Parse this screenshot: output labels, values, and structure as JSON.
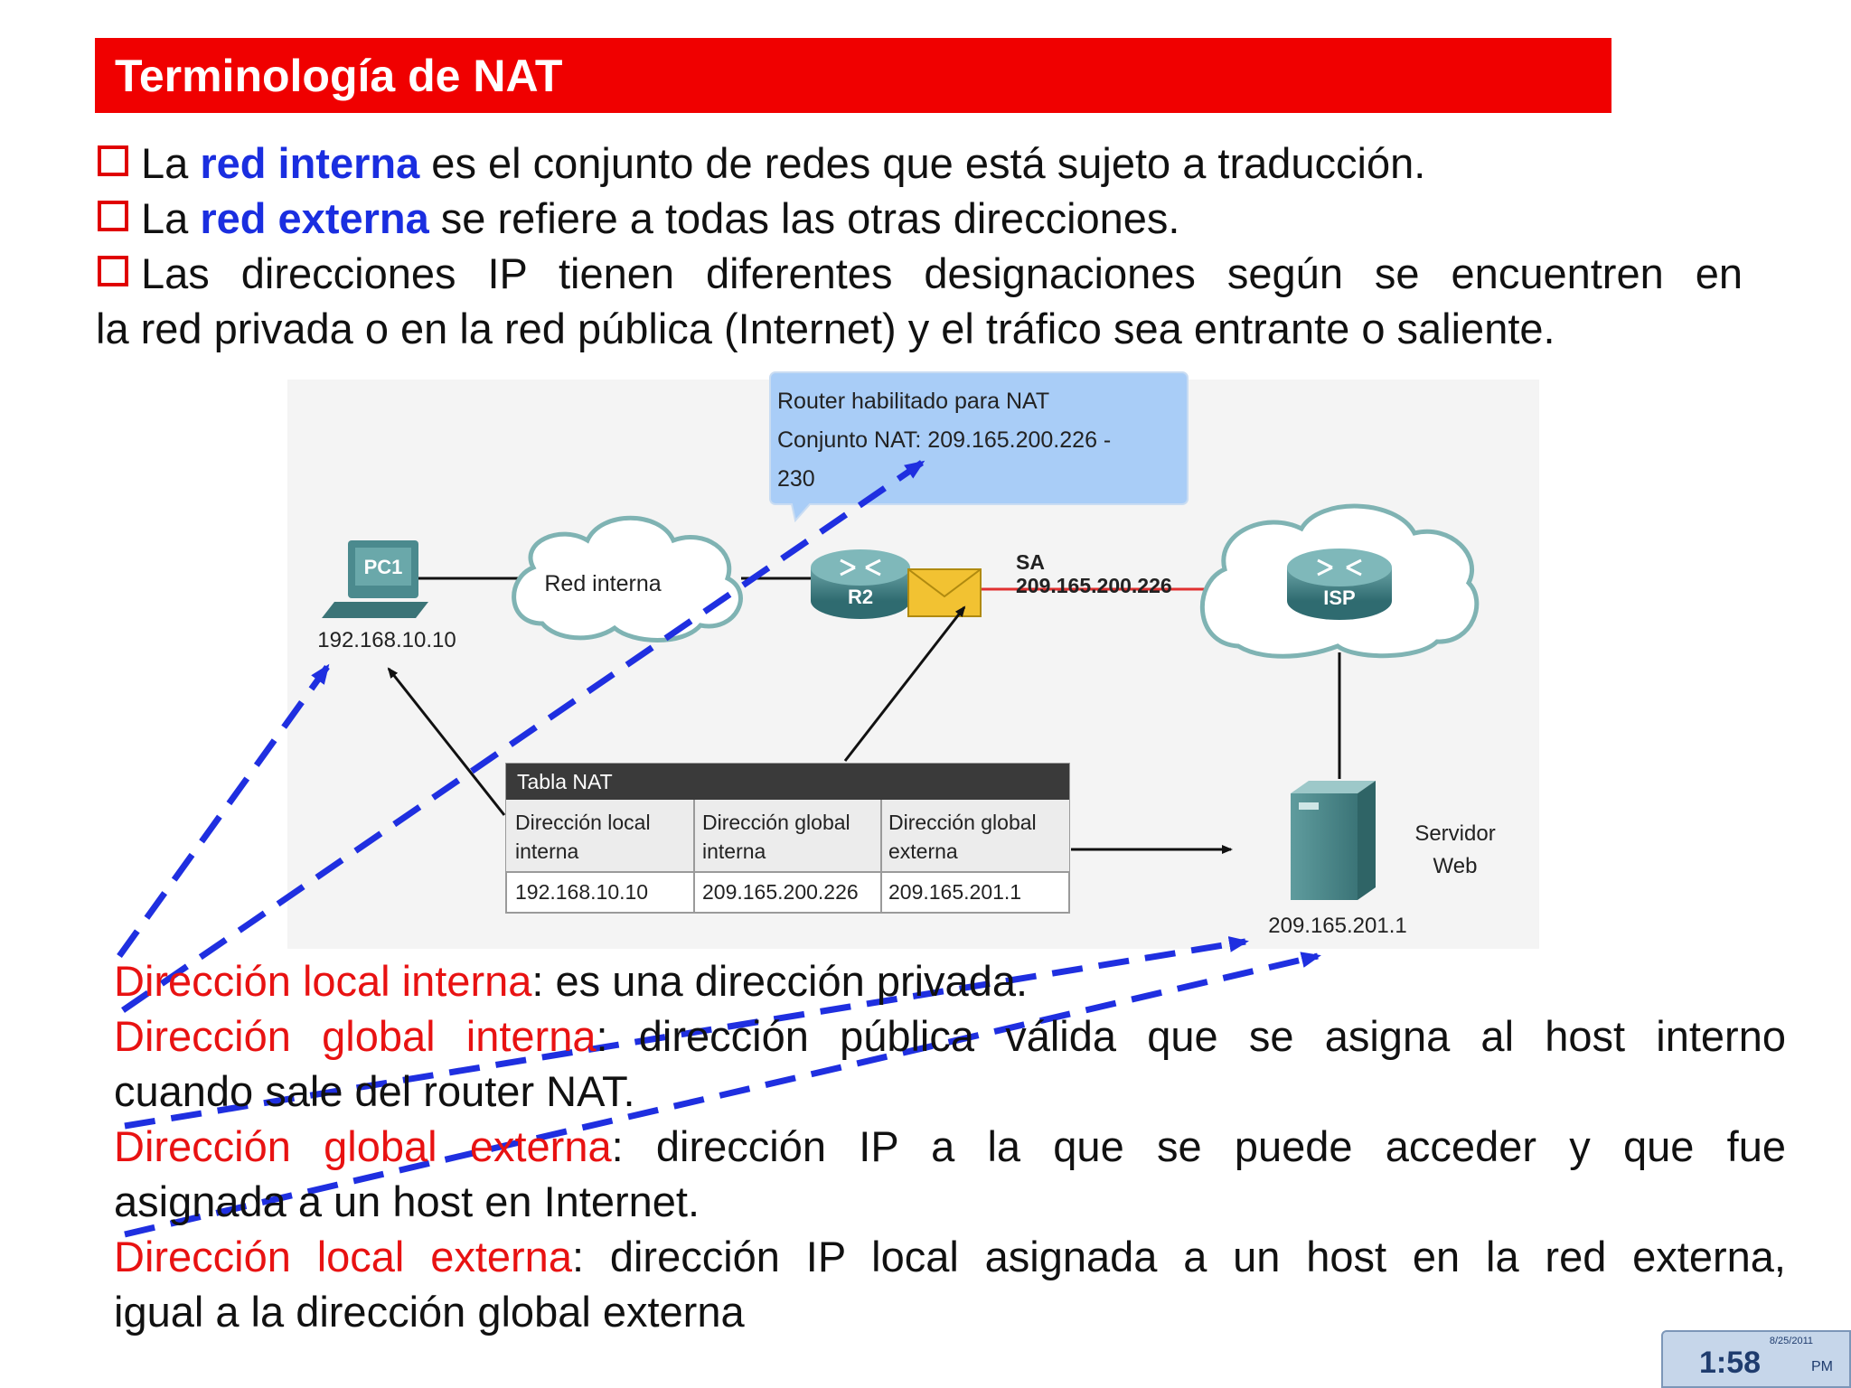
{
  "title": "Terminología de NAT",
  "bullets": [
    {
      "pre": "La ",
      "term": "red interna",
      "post": " es el conjunto de redes que está sujeto a traducción."
    },
    {
      "pre": "La ",
      "term": "red externa",
      "post": " se refiere a todas las otras direcciones."
    },
    {
      "line1": "Las direcciones IP tienen diferentes designaciones según se encuentren en",
      "line2": "la red privada o en la red pública (Internet) y el tráfico sea entrante o saliente."
    }
  ],
  "diagram": {
    "callout": [
      "Router habilitado para NAT",
      "Conjunto NAT: 209.165.200.226 -",
      "230"
    ],
    "pc_label": "PC1",
    "pc_ip": "192.168.10.10",
    "cloud_inner": "Red interna",
    "router_label": "R2",
    "sa_label": "SA",
    "sa_ip": "209.165.200.226",
    "isp_label": "ISP",
    "server_label_1": "Servidor",
    "server_label_2": "Web",
    "server_ip": "209.165.201.1",
    "nat_table": {
      "title": "Tabla NAT",
      "headers": [
        [
          "Dirección local",
          "interna"
        ],
        [
          "Dirección global",
          "interna"
        ],
        [
          "Dirección global",
          "externa"
        ]
      ],
      "row": [
        "192.168.10.10",
        "209.165.200.226",
        "209.165.201.1"
      ]
    }
  },
  "definitions": [
    {
      "term": "Dirección local interna",
      "text": ": es una dirección privada."
    },
    {
      "term": "Dirección global interna",
      "text": ": dirección pública válida que se asigna al host interno",
      "text2": "cuando sale del router NAT."
    },
    {
      "term": "Dirección global externa",
      "text": ": dirección IP a la que se puede acceder y que fue",
      "text2": "asignada a un host en Internet."
    },
    {
      "term": "Dirección local externa",
      "text": ": dirección IP local asignada a un host en la red externa,",
      "text2": "igual a la dirección global externa"
    }
  ],
  "clock": {
    "date": "8/25/2011",
    "time": "1:58",
    "ampm": "PM"
  },
  "colors": {
    "title_bg": "#f00000",
    "term_blue": "#1a2ee0",
    "term_red": "#e81212",
    "arrow_blue": "#1f2fe0"
  }
}
